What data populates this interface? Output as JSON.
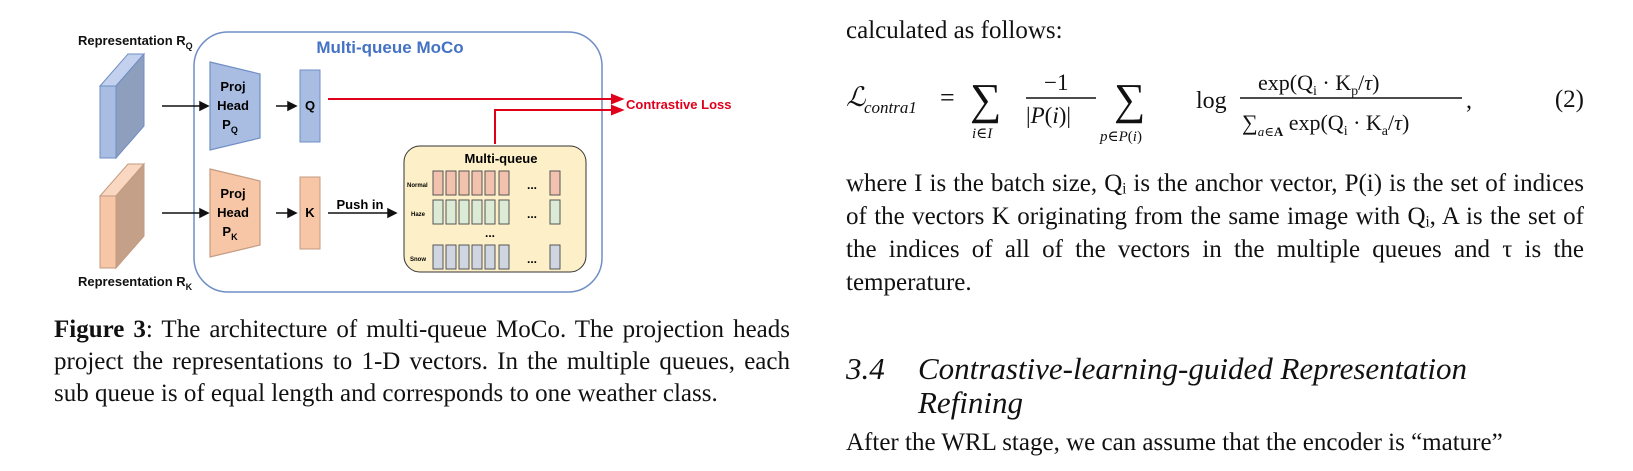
{
  "figure": {
    "label_rq": "Representation R",
    "label_rq_sub": "Q",
    "label_rk": "Representation R",
    "label_rk_sub": "K",
    "title": "Multi-queue MoCo",
    "proj_line1": "Proj",
    "proj_line2": "Head",
    "proj_q_p": "P",
    "proj_q_sub": "Q",
    "proj_k_p": "P",
    "proj_k_sub": "K",
    "q_label": "Q",
    "k_label": "K",
    "push_in": "Push in",
    "contrastive_loss": "Contrastive Loss",
    "multiqueue_title": "Multi-queue",
    "queue_rows": [
      "Normal",
      "Haze",
      "Snow"
    ],
    "ellipsis": "...",
    "colors": {
      "box_border": "#6f8fc4",
      "title": "#4472c4",
      "q_fill": "#a9bde3",
      "k_fill": "#f6c6a6",
      "red": "#e0001b",
      "queue_bg": "#fdf0c8",
      "normal_cell": "#f2c2ae",
      "haze_cell": "#dcebd5",
      "snow_cell": "#d0d5e2"
    }
  },
  "caption": {
    "label": "Figure 3",
    "text": ": The architecture of multi-queue MoCo. The projection heads project the representations to 1-D vectors. In the multiple queues, each sub queue is of equal length and corresponds to one weather class."
  },
  "right": {
    "intro": "calculated as follows:",
    "eq_number": "(2)",
    "where_text": "where I is the batch size, Qᵢ is the anchor vector, P(i) is the set of indices of the vectors K originating from the same image with Qᵢ, A is the set of the indices of all of the vectors in the multiple queues and τ is the temperature.",
    "section_number": "3.4",
    "section_title": "Contrastive-learning-guided Representation Refining",
    "last_para": "After the WRL stage, we can assume that the encoder is “mature”"
  }
}
